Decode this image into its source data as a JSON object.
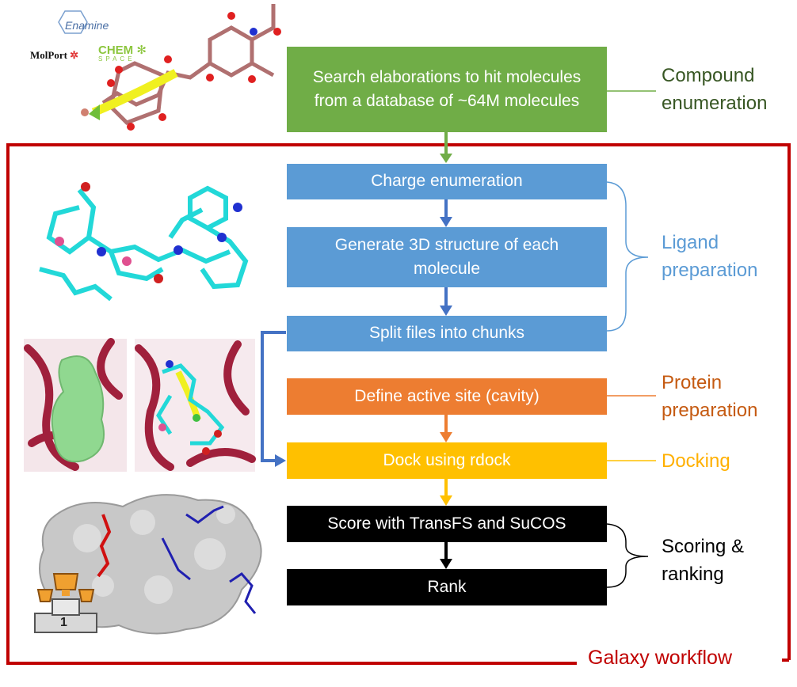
{
  "logos": {
    "enamine": "Enamine",
    "molport": "MolPort",
    "chemspace_top": "CHEM",
    "chemspace_bottom": "SPACE"
  },
  "steps": {
    "search": "Search elaborations to hit molecules from a database of ~64M molecules",
    "charge": "Charge enumeration",
    "generate3d": "Generate 3D structure of each molecule",
    "split": "Split files into chunks",
    "active_site": "Define active site (cavity)",
    "dock": "Dock using rdock",
    "score": "Score with TransFS and SuCOS",
    "rank": "Rank"
  },
  "stages": {
    "compound": "Compound enumeration",
    "ligand": "Ligand preparation",
    "protein": "Protein preparation",
    "docking": "Docking",
    "scoring": "Scoring & ranking"
  },
  "workflow_label": "Galaxy workflow",
  "podium_rank": "1",
  "colors": {
    "green": "#70AD47",
    "blue": "#5B9BD5",
    "blue_arrow": "#4472C4",
    "orange": "#ED7D31",
    "yellow": "#FFC000",
    "black": "#000000",
    "frame_red": "#C00000",
    "compound_text": "#375623",
    "ligand_text": "#5B9BD5",
    "protein_text": "#C55A11",
    "docking_text": "#FFB000"
  }
}
